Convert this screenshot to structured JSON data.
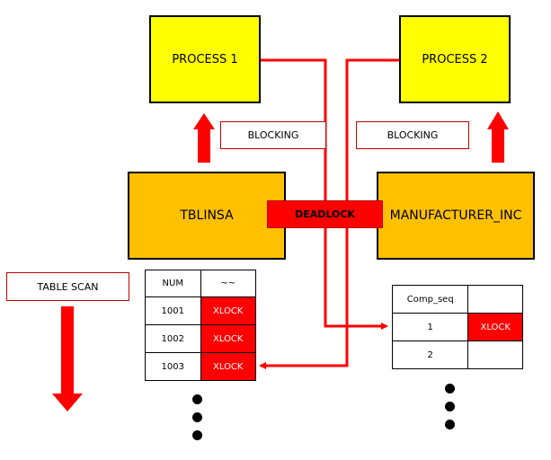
{
  "processes": {
    "p1": "PROCESS 1",
    "p2": "PROCESS 2"
  },
  "labels": {
    "blocking_left": "BLOCKING",
    "blocking_right": "BLOCKING",
    "deadlock": "DEADLOCK",
    "table_scan": "TABLE SCAN"
  },
  "tables": {
    "left_name": "TBLINSA",
    "right_name": "MANUFACTURER_INC"
  },
  "left_grid": {
    "headers": [
      "NUM",
      "~~"
    ],
    "rows": [
      [
        "1001",
        "XLOCK"
      ],
      [
        "1002",
        "XLOCK"
      ],
      [
        "1003",
        "XLOCK"
      ]
    ]
  },
  "right_grid": {
    "headers": [
      "Comp_seq",
      ""
    ],
    "rows": [
      [
        "1",
        "XLOCK"
      ],
      [
        "2",
        ""
      ]
    ]
  },
  "colors": {
    "process_fill": "#ffff00",
    "table_fill": "#ffc000",
    "lock_red": "#ff0000"
  }
}
